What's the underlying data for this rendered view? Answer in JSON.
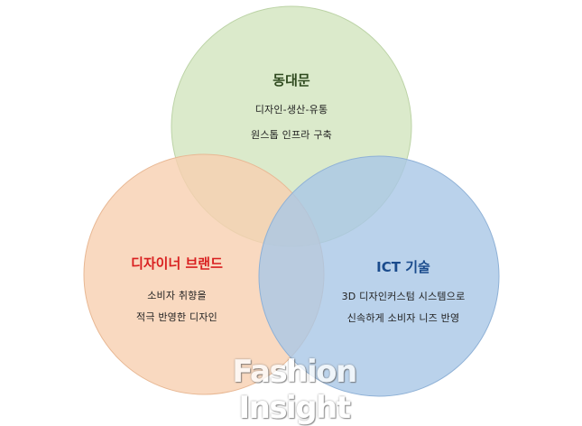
{
  "circles": {
    "top": {
      "title": "동대문",
      "lines": [
        "디자인-생산-유통",
        "원스톱 인프라 구축"
      ],
      "color": "#d5e6c2",
      "title_color": "#2f4a1f"
    },
    "left": {
      "title": "디자이너 브랜드",
      "lines": [
        "소비자 취향을",
        "적극 반영한 디자인"
      ],
      "color": "#f8cfb0",
      "title_color": "#d92020"
    },
    "right": {
      "title": "ICT 기술",
      "lines": [
        "3D 디자인커스텀 시스템으로",
        "신속하게 소비자 니즈 반영"
      ],
      "color": "#a9c7e6",
      "title_color": "#1a4b8c"
    }
  },
  "watermark": "Fashion Insight"
}
